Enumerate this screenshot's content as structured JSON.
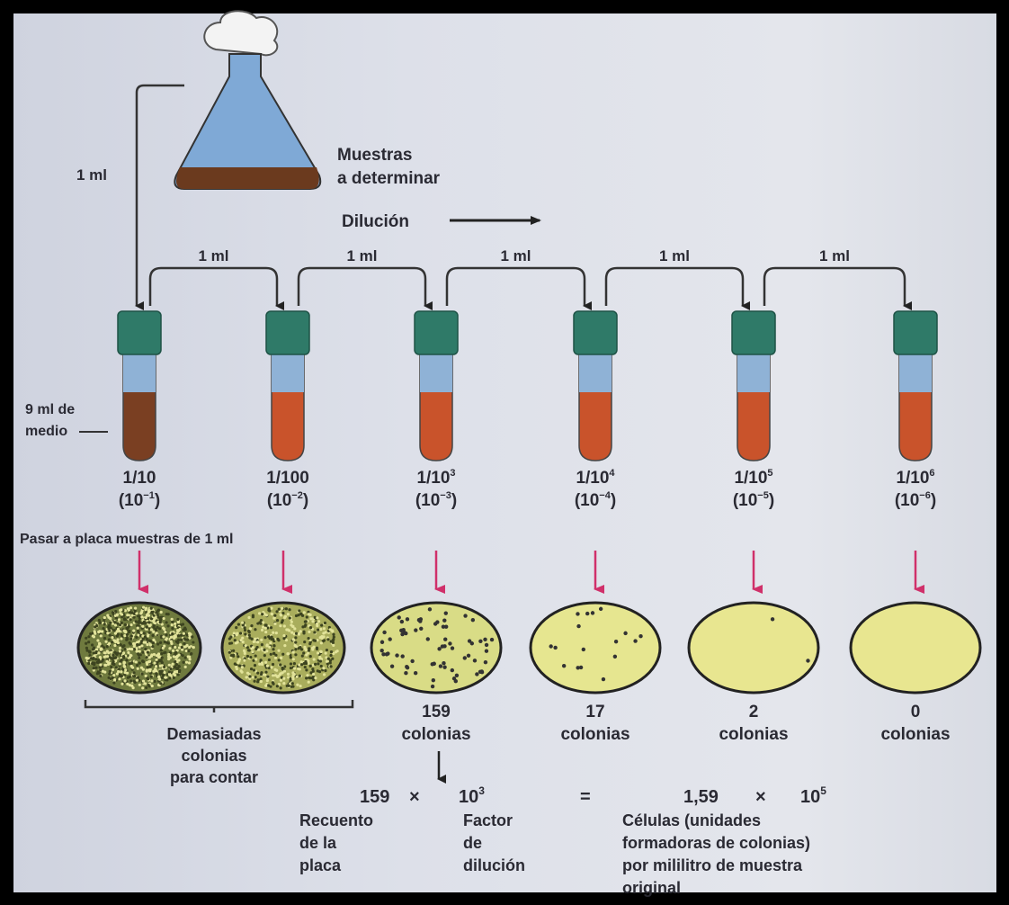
{
  "flask": {
    "label_line1": "Muestras",
    "label_line2": "a determinar",
    "transfer_label": "1 ml"
  },
  "dilution_label": "Dilución",
  "transfer_label": "1 ml",
  "medium_label_line1": "9 ml de",
  "medium_label_line2": "medio",
  "plating_label": "Pasar a placa muestras de 1 ml",
  "tubes": [
    {
      "fraction": "1/10",
      "base": "(10",
      "exp": "−1",
      "close": ")",
      "liquid": "#7a3f22"
    },
    {
      "fraction": "1/100",
      "base": "(10",
      "exp": "−2",
      "close": ")",
      "liquid": "#c9532b"
    },
    {
      "fraction": "1/10",
      "frac_exp": "3",
      "base": "(10",
      "exp": "−3",
      "close": ")",
      "liquid": "#c9532b"
    },
    {
      "fraction": "1/10",
      "frac_exp": "4",
      "base": "(10",
      "exp": "−4",
      "close": ")",
      "liquid": "#c9532b"
    },
    {
      "fraction": "1/10",
      "frac_exp": "5",
      "base": "(10",
      "exp": "−5",
      "close": ")",
      "liquid": "#c9532b"
    },
    {
      "fraction": "1/10",
      "frac_exp": "6",
      "base": "(10",
      "exp": "−6",
      "close": ")",
      "liquid": "#c9532b"
    }
  ],
  "plates": [
    {
      "count": null,
      "density": 900,
      "fill": "#6f7a3e"
    },
    {
      "count": null,
      "density": 500,
      "fill": "#a9ad5c"
    },
    {
      "count": "159",
      "unit": "colonias",
      "density": 159,
      "fill": "#d9dc86"
    },
    {
      "count": "17",
      "unit": "colonias",
      "density": 17,
      "fill": "#e6e690"
    },
    {
      "count": "2",
      "unit": "colonias",
      "density": 2,
      "fill": "#e8e690"
    },
    {
      "count": "0",
      "unit": "colonias",
      "density": 0,
      "fill": "#e8e690"
    }
  ],
  "too_many": [
    "Demasiadas",
    "colonias",
    "para contar"
  ],
  "formula": {
    "count": "159",
    "times1": "×",
    "factor": "10",
    "factor_exp": "3",
    "equals": "=",
    "result": "1,59",
    "times2": "×",
    "result_base": "10",
    "result_exp": "5"
  },
  "formula_labels": {
    "count": [
      "Recuento",
      "de la",
      "placa"
    ],
    "factor": [
      "Factor",
      "de",
      "dilución"
    ],
    "result": [
      "Células (unidades",
      "formadoras de colonias)",
      "por mililitro de muestra",
      "original"
    ]
  },
  "colors": {
    "cap": "#2f7a68",
    "tube_top": "#8fb2d6",
    "arrow_pink": "#d0306a",
    "flask_blue": "#7fa9d6",
    "flask_sediment": "#6b3a1e"
  }
}
